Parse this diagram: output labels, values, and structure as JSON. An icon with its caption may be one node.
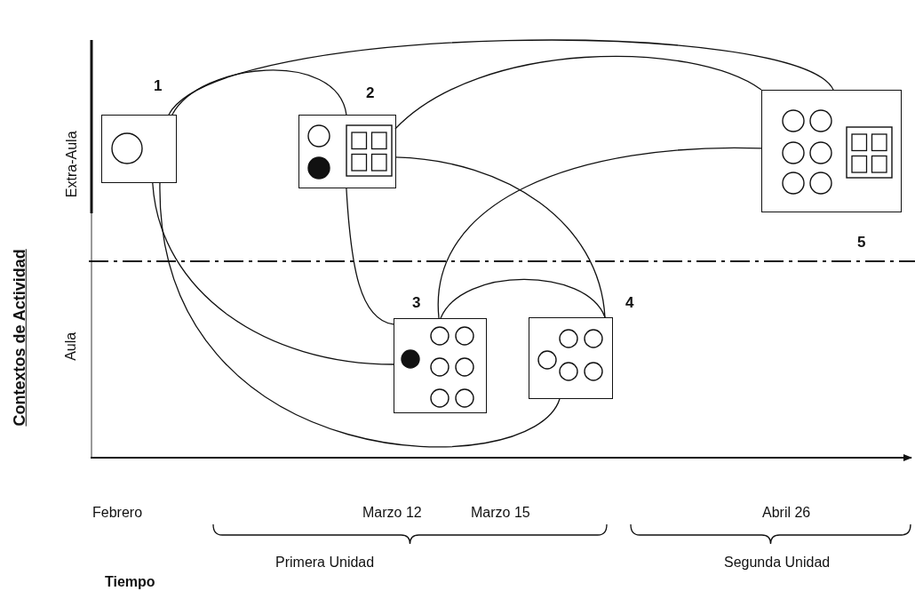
{
  "diagram": {
    "nodes": [
      {
        "text": [],
        "shape": "box",
        "beside": [
          "1"
        ]
      },
      {
        "text": [],
        "shape": "box",
        "beside": [
          "2"
        ]
      },
      {
        "text": [],
        "shape": "box",
        "beside": [
          "3"
        ]
      },
      {
        "text": [],
        "shape": "box",
        "beside": [
          "4"
        ]
      },
      {
        "text": [],
        "shape": "box",
        "beside": [
          "5"
        ]
      }
    ],
    "edges": [
      {
        "from": 0,
        "to": 4,
        "arrow": "none"
      },
      {
        "from": 0,
        "to": 1,
        "arrow": "none"
      },
      {
        "from": 0,
        "to": 2,
        "arrow": "none"
      },
      {
        "from": 0,
        "to": 3,
        "arrow": "none"
      },
      {
        "from": 1,
        "to": 4,
        "arrow": "none"
      },
      {
        "from": 1,
        "to": 3,
        "arrow": "none"
      },
      {
        "from": 1,
        "to": 2,
        "arrow": "none"
      },
      {
        "from": 2,
        "to": 4,
        "arrow": "none"
      },
      {
        "from": 2,
        "to": 3,
        "arrow": "none"
      }
    ],
    "labels": [
      "Extra-Aula",
      "Aula",
      "Contextos de Actividad",
      "Febrero",
      "Marzo 12",
      "Marzo 15",
      "Abril 26",
      "Primera Unidad",
      "Segunda Unidad",
      "Tiempo"
    ]
  }
}
